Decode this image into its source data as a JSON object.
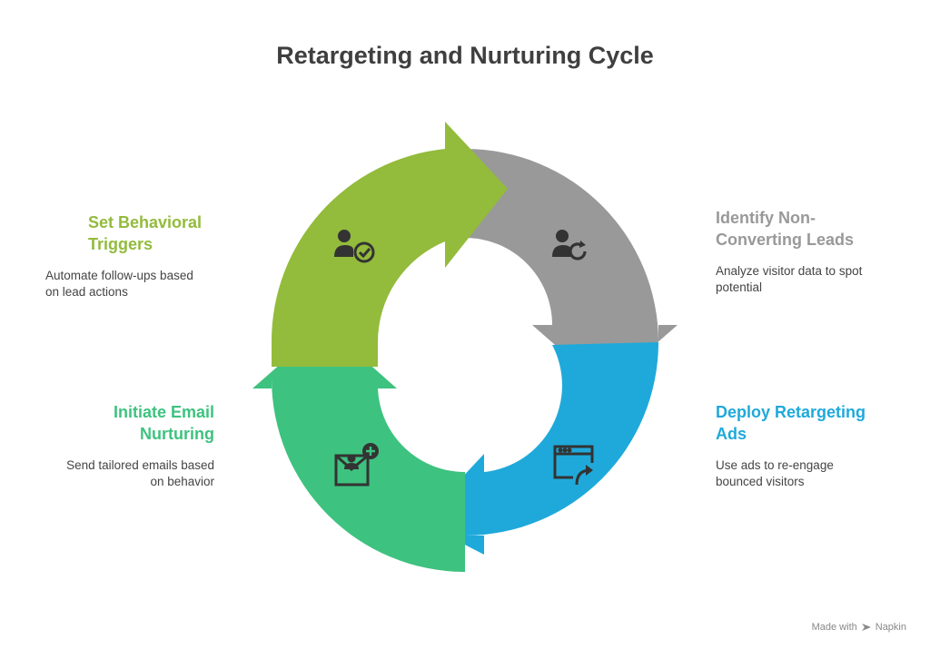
{
  "title": "Retargeting and Nurturing Cycle",
  "stages": [
    {
      "heading": "Identify Non-Converting Leads",
      "heading_lines": [
        "Identify Non-",
        "Converting Leads"
      ],
      "description_lines": [
        "Analyze visitor data to spot",
        "potential"
      ],
      "color": "#999999",
      "icon": "user-refresh-icon"
    },
    {
      "heading": "Deploy Retargeting Ads",
      "heading_lines": [
        "Deploy Retargeting",
        "Ads"
      ],
      "description_lines": [
        "Use ads to re-engage",
        "bounced visitors"
      ],
      "color": "#1fa9db",
      "icon": "browser-share-icon"
    },
    {
      "heading": "Initiate Email Nurturing",
      "heading_lines": [
        "Initiate Email",
        "Nurturing"
      ],
      "description_lines": [
        "Send tailored emails based",
        "on behavior"
      ],
      "color": "#3ec27f",
      "icon": "email-add-person-icon"
    },
    {
      "heading": "Set Behavioral Triggers",
      "heading_lines": [
        "Set Behavioral",
        "Triggers"
      ],
      "description_lines": [
        "Automate follow-ups based",
        "on lead actions"
      ],
      "color": "#93bb3c",
      "icon": "user-check-icon"
    }
  ],
  "footer": {
    "made_with": "Made with",
    "brand": "Napkin"
  },
  "colors": {
    "title": "#3f3f3f",
    "text": "#444444"
  }
}
